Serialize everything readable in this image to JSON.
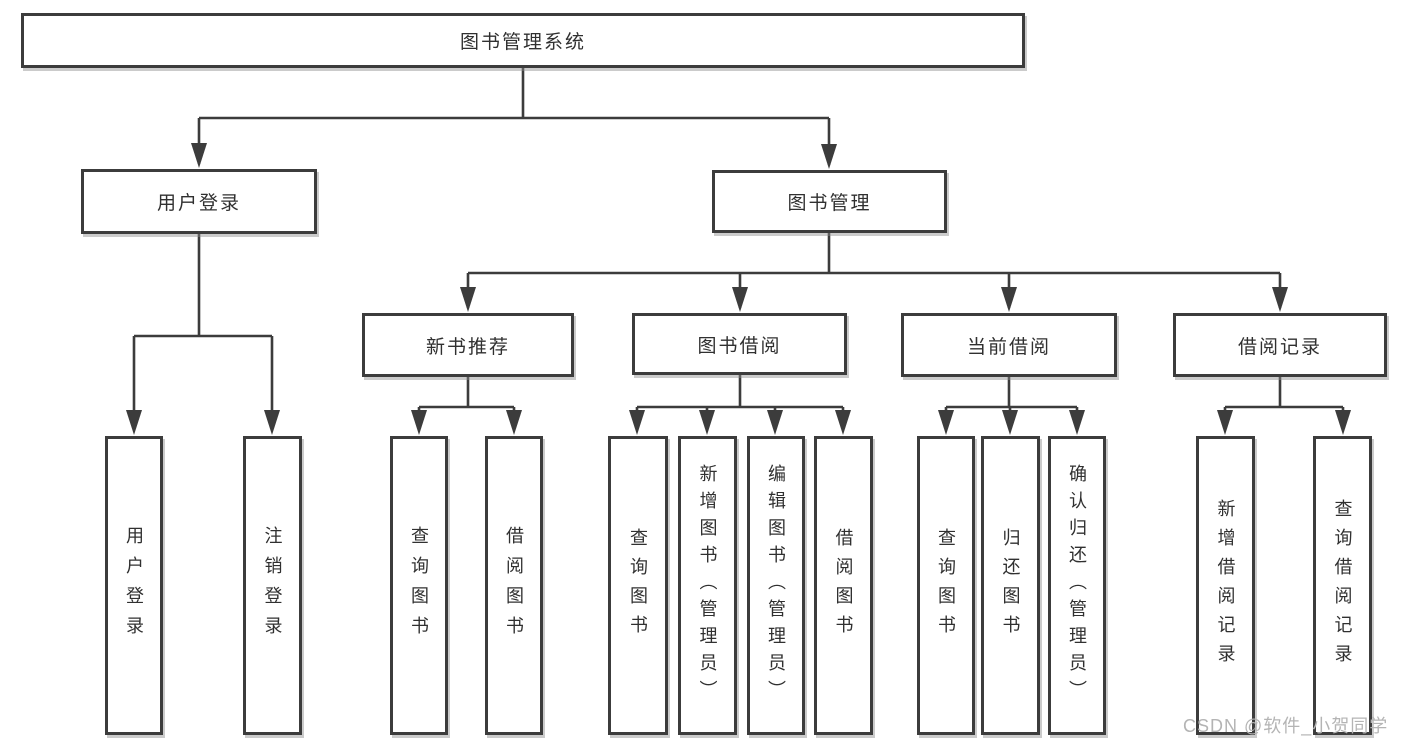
{
  "tree": {
    "label": "图书管理系统",
    "children": [
      {
        "label": "用户登录",
        "children": [
          {
            "label": "用户登录"
          },
          {
            "label": "注销登录"
          }
        ]
      },
      {
        "label": "图书管理",
        "children": [
          {
            "label": "新书推荐",
            "children": [
              {
                "label": "查询图书"
              },
              {
                "label": "借阅图书"
              }
            ]
          },
          {
            "label": "图书借阅",
            "children": [
              {
                "label": "查询图书"
              },
              {
                "label": "新增图书（管理员）"
              },
              {
                "label": "编辑图书（管理员）"
              },
              {
                "label": "借阅图书"
              }
            ]
          },
          {
            "label": "当前借阅",
            "children": [
              {
                "label": "查询图书"
              },
              {
                "label": "归还图书"
              },
              {
                "label": "确认归还（管理员）"
              }
            ]
          },
          {
            "label": "借阅记录",
            "children": [
              {
                "label": "新增借阅记录"
              },
              {
                "label": "查询借阅记录"
              }
            ]
          }
        ]
      }
    ]
  },
  "watermark": {
    "text": "CSDN @软件_小贺同学"
  },
  "colors": {
    "line": "#3c3c3c",
    "text": "#303030",
    "watermark": "#b4b4b4",
    "background": "#ffffff"
  }
}
